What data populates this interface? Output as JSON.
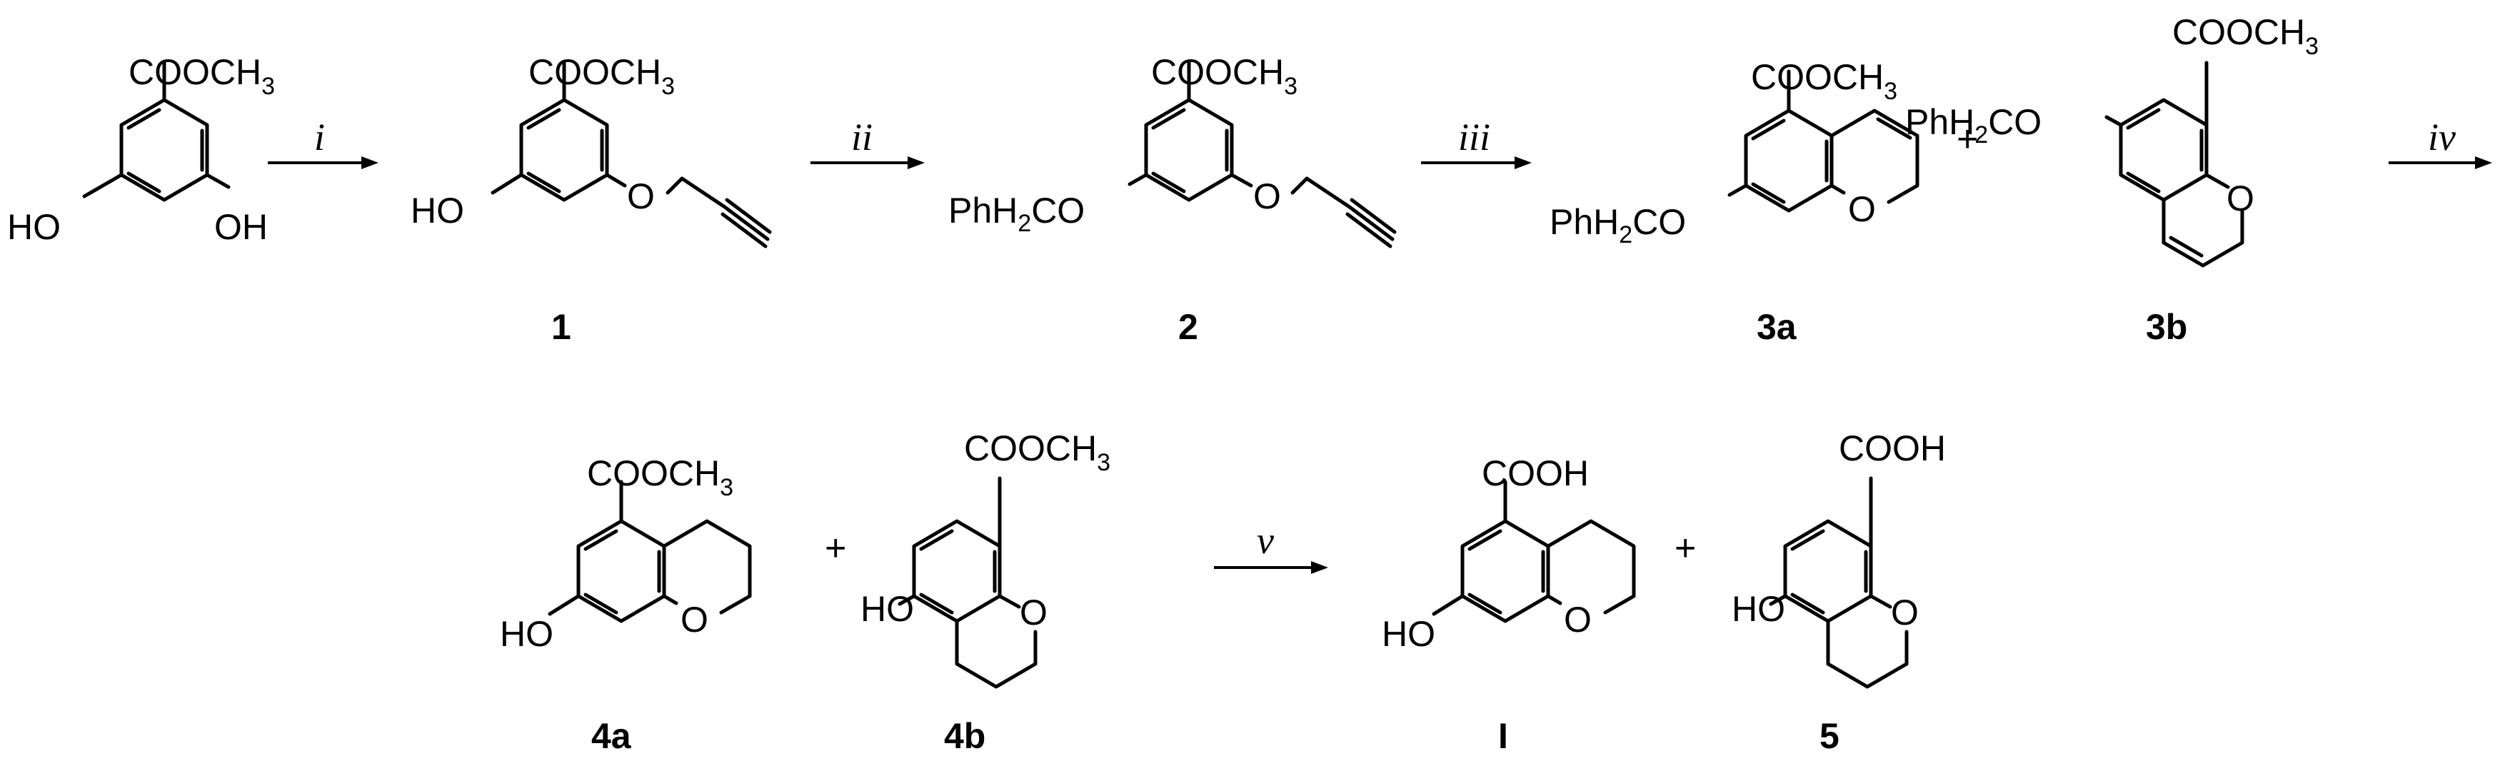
{
  "scheme": {
    "compounds": {
      "start": {
        "ester": "COOCH",
        "ester_sub": "3",
        "oh_left": "HO",
        "oh_right": "OH"
      },
      "c1": {
        "ester": "COOCH",
        "ester_sub": "3",
        "oh": "HO",
        "o": "O",
        "label": "1"
      },
      "c2": {
        "ester": "COOCH",
        "ester_sub": "3",
        "bn_a": "PhH",
        "bn_sub": "2",
        "bn_b": "CO",
        "o": "O",
        "label": "2"
      },
      "c3a": {
        "ester": "COOCH",
        "ester_sub": "3",
        "bn_a": "PhH",
        "bn_sub": "2",
        "bn_b": "CO",
        "o": "O",
        "label": "3a"
      },
      "c3b": {
        "ester": "COOCH",
        "ester_sub": "3",
        "bn_a": "PhH",
        "bn_sub": "2",
        "bn_b": "CO",
        "o": "O",
        "label": "3b"
      },
      "c4a": {
        "ester": "COOCH",
        "ester_sub": "3",
        "oh": "HO",
        "o": "O",
        "label": "4a"
      },
      "c4b": {
        "ester": "COOCH",
        "ester_sub": "3",
        "oh": "HO",
        "o": "O",
        "label": "4b"
      },
      "cI": {
        "acid": "COOH",
        "oh": "HO",
        "o": "O",
        "label": "I"
      },
      "c5": {
        "acid": "COOH",
        "oh": "HO",
        "o": "O",
        "label": "5"
      }
    },
    "conditions": {
      "i": "i",
      "ii": "ii",
      "iii": "iii",
      "iv": "iv",
      "v": "v"
    },
    "plus": "+"
  }
}
